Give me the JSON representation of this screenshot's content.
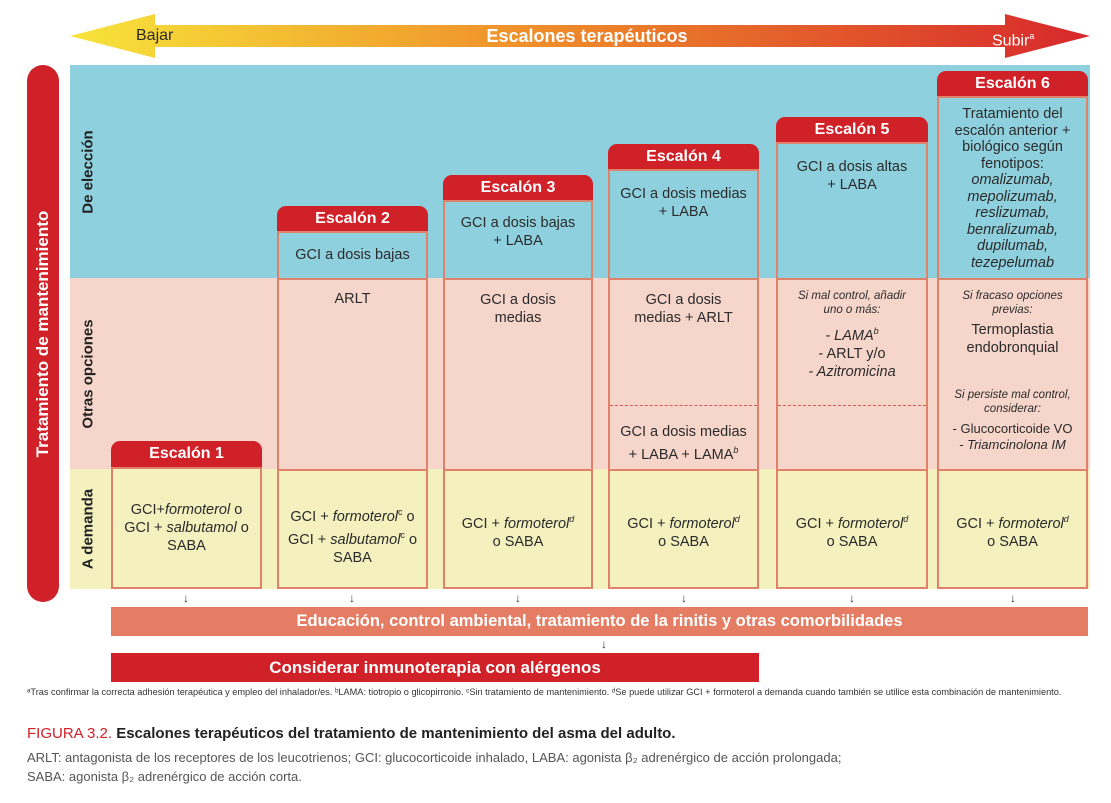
{
  "arrow": {
    "title": "Escalones terapéuticos",
    "left": "Bajar",
    "right": "Subir",
    "right_sup": "a"
  },
  "side_label": "Tratamiento de mantenimiento",
  "rows": {
    "eleccion": "De elección",
    "otras": "Otras opciones",
    "demanda": "A demanda"
  },
  "steps": [
    {
      "name": "Escalón 1"
    },
    {
      "name": "Escalón 2",
      "eleccion": "GCI a dosis bajas",
      "otras": "ARLT"
    },
    {
      "name": "Escalón 3",
      "eleccion_1": "GCI a dosis bajas",
      "eleccion_2": "+ LABA",
      "otras_1": "GCI a dosis",
      "otras_2": "medias"
    },
    {
      "name": "Escalón 4",
      "eleccion_1": "GCI a dosis medias",
      "eleccion_2": "+ LABA",
      "otras_1": "GCI a dosis",
      "otras_2": "medias + ARLT",
      "otras_b1": "GCI a dosis medias",
      "otras_b2": "+ LABA + LAMA",
      "otras_b2_sup": "b"
    },
    {
      "name": "Escalón 5",
      "eleccion_1": "GCI a dosis altas",
      "eleccion_2": "+ LABA",
      "otras_intro_1": "Si mal control, añadir",
      "otras_intro_2": "uno o más:",
      "otras_1": "- LAMA",
      "otras_1_sup": "b",
      "otras_2": "- ARLT y/o",
      "otras_3": "- Azitromicina"
    },
    {
      "name": "Escalón 6",
      "eleccion_1": "Tratamiento del",
      "eleccion_2": "escalón anterior +",
      "eleccion_3": "biológico según",
      "eleccion_4": "fenotipos:",
      "bio": [
        "omalizumab,",
        "mepolizumab,",
        "reslizumab,",
        "benralizumab,",
        "dupilumab,",
        "tezepelumab"
      ],
      "otras_intro_1": "Si fracaso opciones",
      "otras_intro_2": "previas:",
      "otras_1": "Termoplastia",
      "otras_2": "endobronquial",
      "persist_1": "Si persiste mal control,",
      "persist_2": "considerar:",
      "persist_3": "- Glucocorticoide VO",
      "persist_4": "- Triamcinolona IM"
    }
  ],
  "demanda": {
    "s1_l1a": "GCI+",
    "s1_l1b": "formoterol",
    "s1_l1c": " o",
    "s1_l2a": "GCI + ",
    "s1_l2b": "salbutamol",
    "s1_l2c": " o",
    "s1_l3": "SABA",
    "s2_l1a": "GCI + ",
    "s2_l1b": "formoterol",
    "s2_l1sup": "c",
    "s2_l1c": " o",
    "s2_l2a": "GCI + ",
    "s2_l2b": "salbutamol",
    "s2_l2sup": "c",
    "s2_l2c": " o",
    "s2_l3": "SABA",
    "rest_a": "GCI + ",
    "rest_b": "formoterol",
    "rest_sup": "d",
    "rest_l2": "o SABA"
  },
  "education": "Educación, control ambiental, tratamiento de la rinitis y otras comorbilidades",
  "immuno": "Considerar inmunoterapia con alérgenos",
  "footnote": "ᵃTras confirmar la correcta adhesión terapéutica y empleo del inhalador/es. ᵇLAMA: tiotropio o glicopirronio. ᶜSin tratamiento de mantenimiento. ᵈSe puede utilizar GCI + formoterol a demanda cuando también se utilice esta combinación de mantenimiento.",
  "caption_prefix": "FIGURA 3.2.",
  "caption_text": "Escalones terapéuticos del tratamiento de mantenimiento del asma del adulto.",
  "legend_1": "ARLT: antagonista de los receptores de los leucotrienos; GCI: glucocorticoide inhalado, LABA: agonista β₂ adrenérgico de acción prolongada;",
  "legend_2": "SABA: agonista β₂ adrenérgico de acción corta.",
  "colors": {
    "red": "#d02028",
    "cyan": "#8fd0de",
    "salmon": "#f6d5cb",
    "yellow": "#f4f1bf",
    "box_border": "#e0826a",
    "edu": "#e47d63"
  }
}
